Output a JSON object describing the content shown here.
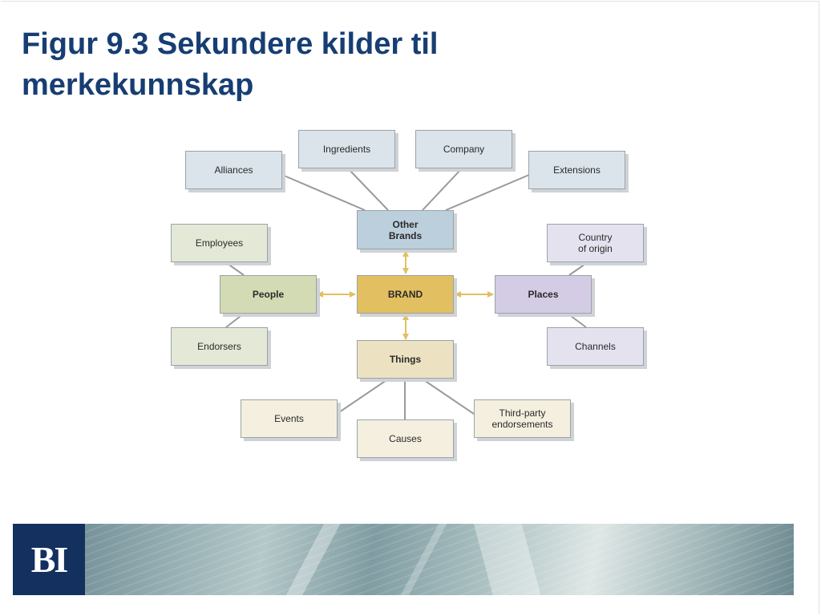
{
  "slide": {
    "title": "Figur 9.3 Sekundere kilder til merkekunnskap"
  },
  "diagram": {
    "colors": {
      "connector": "#9a9a9a",
      "arrow": "#e2bf60",
      "title": "#173e73",
      "brand": "#e2bf60"
    },
    "nodes": {
      "alliances": "Alliances",
      "ingredients": "Ingredients",
      "company": "Company",
      "extensions": "Extensions",
      "other_brands": "Other\nBrands",
      "employees": "Employees",
      "people": "People",
      "endorsers": "Endorsers",
      "brand": "BRAND",
      "country_of_origin": "Country\nof origin",
      "places": "Places",
      "channels": "Channels",
      "things": "Things",
      "events": "Events",
      "causes": "Causes",
      "third_party_endorsements": "Third-party\nendorsements"
    }
  },
  "footer": {
    "logo_text": "BI",
    "logo_color": "#14305f"
  }
}
